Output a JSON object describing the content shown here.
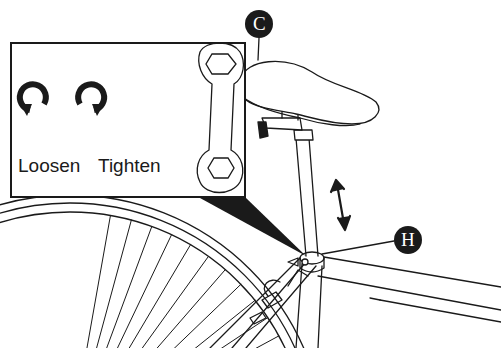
{
  "diagram": {
    "nodes": [
      {
        "text": [
          "Loosen",
          "Tighten"
        ]
      },
      {
        "text": [
          "C"
        ]
      },
      {
        "text": [
          "H"
        ]
      }
    ]
  }
}
